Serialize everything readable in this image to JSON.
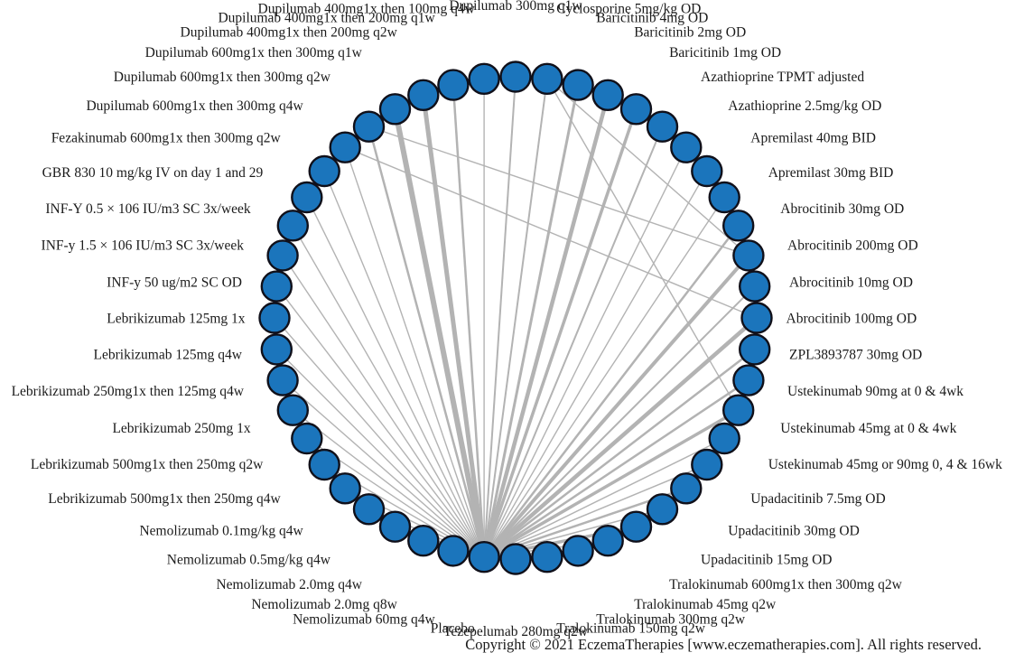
{
  "figure": {
    "background": "#ffffff",
    "node_fill": "#1b75bc",
    "node_stroke": "#10101a",
    "edge_color": "#b3b3b3",
    "label_color": "#1a1a1a"
  },
  "chart_data": {
    "type": "network",
    "title": "",
    "layout_hint": "48 treatment nodes arranged in a circle, clockwise from top; gray edges show direct comparisons, most radiating from Placebo; edge width reflects amount of evidence",
    "hub": "Placebo",
    "nodes": [
      "Dupilumab 300mg q1w",
      "Cyclosporine 5mg/kg OD",
      "Baricitinib 4mg OD",
      "Baricitinib 2mg OD",
      "Baricitinib 1mg OD",
      "Azathioprine TPMT adjusted",
      "Azathioprine 2.5mg/kg OD",
      "Apremilast 40mg BID",
      "Apremilast 30mg BID",
      "Abrocitinib 30mg OD",
      "Abrocitinib 200mg OD",
      "Abrocitinib 10mg OD",
      "Abrocitinib 100mg OD",
      "ZPL3893787 30mg OD",
      "Ustekinumab 90mg at 0 & 4wk",
      "Ustekinumab 45mg at 0 & 4wk",
      "Ustekinumab 45mg or 90mg 0, 4 & 16wk",
      "Upadacitinib 7.5mg OD",
      "Upadacitinib 30mg OD",
      "Upadacitinib 15mg OD",
      "Tralokinumab 600mg1x then 300mg q2w",
      "Tralokinumab 45mg q2w",
      "Tralokinumab 300mg q2w",
      "Tralokinumab 150mg q2w",
      "Tezepelumab 280mg q2w",
      "Placebo",
      "Nemolizumab 60mg q4w",
      "Nemolizumab 2.0mg q8w",
      "Nemolizumab 2.0mg q4w",
      "Nemolizumab 0.5mg/kg q4w",
      "Nemolizumab 0.1mg/kg q4w",
      "Lebrikizumab 500mg1x then 250mg q4w",
      "Lebrikizumab 500mg1x then 250mg q2w",
      "Lebrikizumab 250mg 1x",
      "Lebrikizumab 250mg1x then 125mg q4w",
      "Lebrikizumab 125mg q4w",
      "Lebrikizumab 125mg 1x",
      "INF-y 50 ug/m2 SC OD",
      "INF-y 1.5 × 106 IU/m3 SC 3x/week",
      "INF-Y 0.5 × 106 IU/m3 SC 3x/week",
      "GBR 830 10 mg/kg IV on day 1 and 29",
      "Fezakinumab 600mg1x then 300mg q2w",
      "Dupilumab 600mg1x then 300mg q4w",
      "Dupilumab 600mg1x then 300mg q2w",
      "Dupilumab 600mg1x then 300mg q1w",
      "Dupilumab 400mg1x then 200mg q2w",
      "Dupilumab 400mg1x then 200mg q1w",
      "Dupilumab 400mg1x then 100mg q4w"
    ],
    "edges": [
      [
        25,
        0,
        2
      ],
      [
        25,
        1,
        2
      ],
      [
        25,
        2,
        3
      ],
      [
        25,
        3,
        4.5
      ],
      [
        25,
        4,
        3.5
      ],
      [
        25,
        5,
        2
      ],
      [
        25,
        6,
        1.4
      ],
      [
        25,
        7,
        1.4
      ],
      [
        25,
        8,
        1.4
      ],
      [
        25,
        9,
        2.5
      ],
      [
        25,
        10,
        4
      ],
      [
        25,
        11,
        2
      ],
      [
        25,
        12,
        4.5
      ],
      [
        25,
        13,
        2.5
      ],
      [
        25,
        14,
        2.5
      ],
      [
        25,
        15,
        3.5
      ],
      [
        25,
        16,
        1.5
      ],
      [
        25,
        17,
        1.5
      ],
      [
        25,
        18,
        2.5
      ],
      [
        25,
        19,
        1.5
      ],
      [
        25,
        20,
        3.5
      ],
      [
        25,
        21,
        1.5
      ],
      [
        25,
        22,
        2
      ],
      [
        25,
        23,
        2
      ],
      [
        25,
        24,
        1.5
      ],
      [
        25,
        26,
        1.4
      ],
      [
        25,
        27,
        1.4
      ],
      [
        25,
        28,
        1.4
      ],
      [
        25,
        29,
        1.4
      ],
      [
        25,
        30,
        1.4
      ],
      [
        25,
        31,
        1.4
      ],
      [
        25,
        32,
        1.4
      ],
      [
        25,
        33,
        1.4
      ],
      [
        25,
        34,
        1.4
      ],
      [
        25,
        35,
        1.4
      ],
      [
        25,
        36,
        1.4
      ],
      [
        25,
        37,
        1.4
      ],
      [
        25,
        38,
        1.4
      ],
      [
        25,
        39,
        1.4
      ],
      [
        25,
        40,
        1.4
      ],
      [
        25,
        41,
        1.4
      ],
      [
        25,
        42,
        1.4
      ],
      [
        25,
        43,
        2.5
      ],
      [
        25,
        44,
        6
      ],
      [
        25,
        45,
        5
      ],
      [
        25,
        46,
        2.5
      ],
      [
        25,
        47,
        1.4
      ],
      [
        42,
        12,
        1.4
      ],
      [
        43,
        10,
        1.4
      ],
      [
        1,
        10,
        1.4
      ],
      [
        1,
        15,
        1.4
      ]
    ]
  },
  "footer": {
    "copyright": "Copyright © 2021 EczemaTherapies [www.eczematherapies.com]. All rights reserved."
  }
}
